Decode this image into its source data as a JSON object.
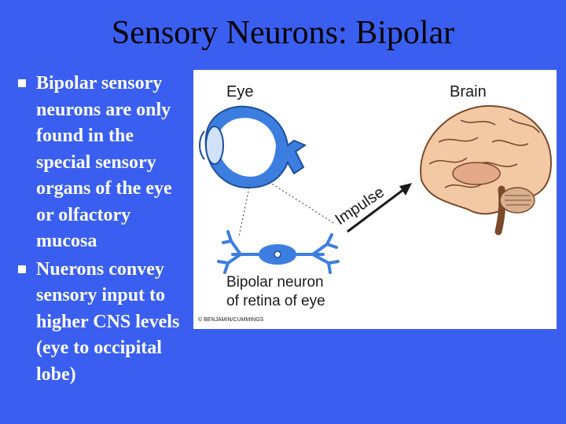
{
  "slide": {
    "title": "Sensory Neurons: Bipolar",
    "bullets": [
      "Bipolar sensory neurons are only found in the special sensory organs of the eye or olfactory mucosa",
      "Nuerons convey sensory input to higher CNS levels (eye to occipital lobe)"
    ]
  },
  "figure": {
    "eye_label": "Eye",
    "brain_label": "Brain",
    "impulse_label": "Impulse",
    "neuron_label_line1": "Bipolar neuron",
    "neuron_label_line2": "of retina of eye",
    "credit": "© BENJAMIN/CUMMINGS"
  },
  "colors": {
    "background": "#3a5ff0",
    "eye_blue": "#3c7ee0",
    "brain_tan": "#f2c9a4"
  }
}
